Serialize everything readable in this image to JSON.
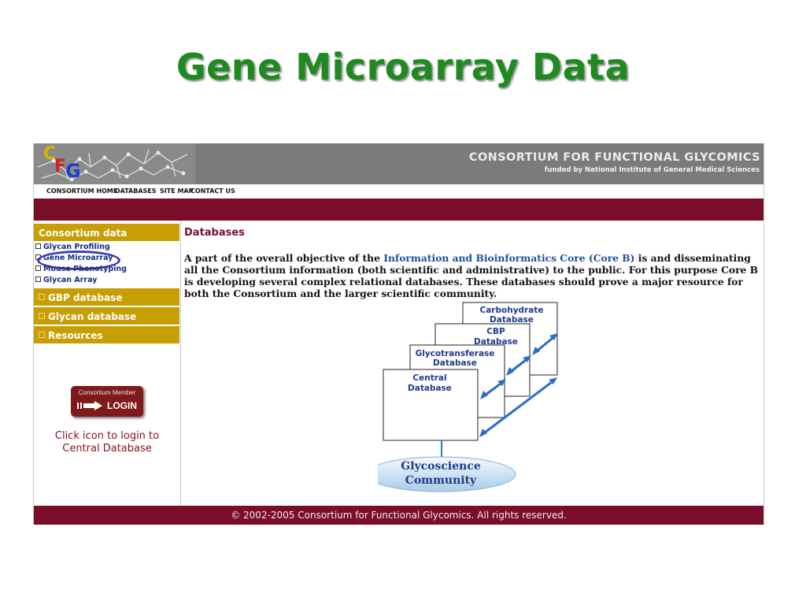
{
  "slide": {
    "title": "Gene Microarray Data"
  },
  "banner": {
    "logo": {
      "c": "C",
      "f": "F",
      "g": "G"
    },
    "org_name": "CONSORTIUM FOR FUNCTIONAL GLYCOMICS",
    "org_sub": "funded by National Institute of General Medical Sciences"
  },
  "topnav": [
    "CONSORTIUM HOME",
    "DATABASES",
    "SITE MAP",
    "CONTACT US"
  ],
  "sidebar": {
    "section_title": "Consortium data",
    "links": [
      "Glycan Profiling",
      "Gene Microarray",
      "Mouse Phenotyping",
      "Glycan Array"
    ],
    "sections": [
      "GBP database",
      "Glycan database",
      "Resources"
    ],
    "login": {
      "top": "Consortium Member",
      "label": "LOGIN"
    },
    "login_caption_1": "Click icon to login to",
    "login_caption_2": "Central Database"
  },
  "main": {
    "heading": "Databases",
    "para_a": "A part of the overall objective of the ",
    "para_link": "Information and Bioinformatics Core (Core B)",
    "para_b": " is and disseminating all the Consortium information (both scientific and administrative) to the public. For this purpose Core B is developing several complex relational databases. These databases should prove a major resource for both the Consortium and the larger scientific community.",
    "diagram": {
      "boxes": [
        {
          "line1": "Carbohydrate",
          "line2": "Database"
        },
        {
          "line1": "CBP",
          "line2": "Database"
        },
        {
          "line1": "Glycotransferase",
          "line2": "Database"
        },
        {
          "line1": "Central",
          "line2": "Database"
        }
      ],
      "community_1": "Glycoscience",
      "community_2": "Community"
    }
  },
  "footer": "© 2002-2005 Consortium for Functional Glycomics. All rights reserved.",
  "colors": {
    "title_green": "#1f8a1f",
    "maroon": "#7a0e2a",
    "gold": "#c89e05",
    "banner_gray": "#7b7b7b",
    "link_blue": "#1f4ea0"
  }
}
